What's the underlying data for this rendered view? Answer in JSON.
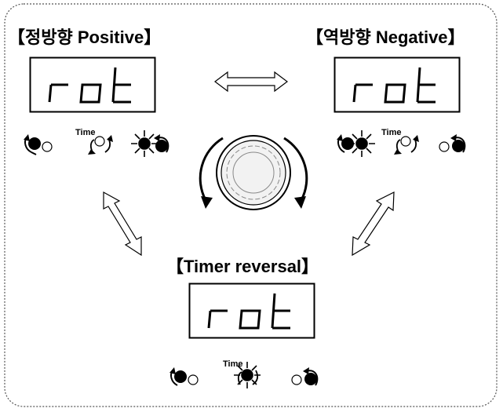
{
  "panels": {
    "positive": {
      "title": "【정방향 Positive】",
      "display": "rot"
    },
    "negative": {
      "title": "【역방향 Negative】",
      "display": "rot"
    },
    "timer": {
      "title": "【Timer reversal】",
      "display": "rot"
    }
  },
  "icons": {
    "time_label": "Time"
  },
  "colors": {
    "frame": "#555555",
    "ink": "#000000",
    "knob_fill": "#f2f2f2"
  }
}
